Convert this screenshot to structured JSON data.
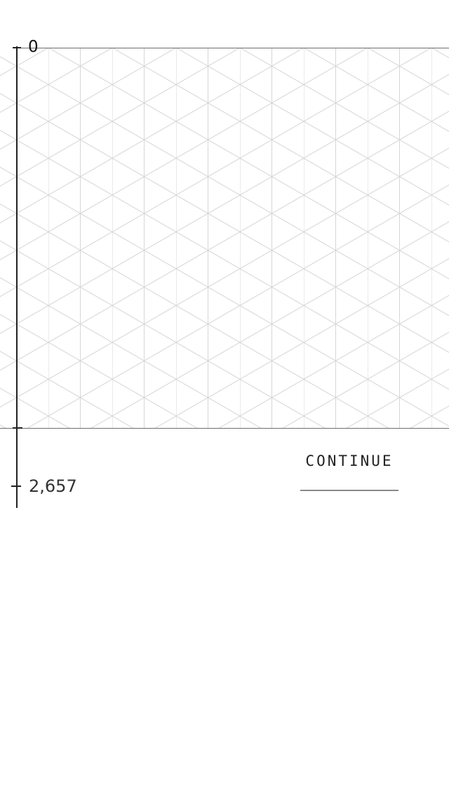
{
  "scale": {
    "top_label": "0",
    "bottom_label": "2,657"
  },
  "actions": {
    "continue_label": "CONTINUE"
  },
  "colors": {
    "grid_line": "#d6d6d6",
    "axis": "#222222",
    "frame_line": "#6e6e6e",
    "background": "#ffffff"
  }
}
